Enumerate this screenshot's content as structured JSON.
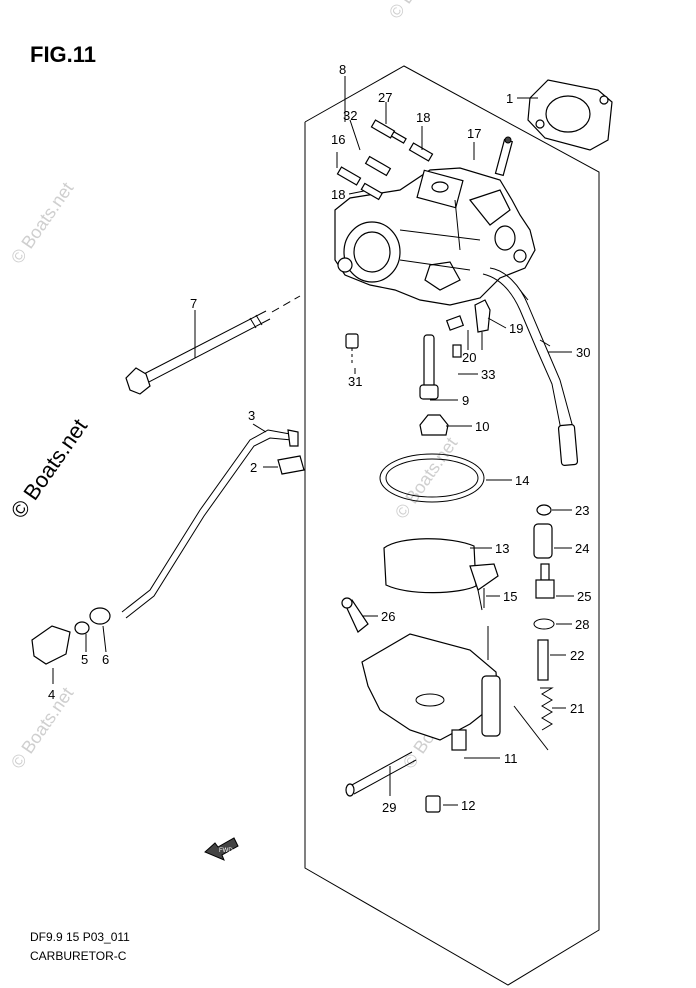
{
  "figure": {
    "title": "FIG.11",
    "model_code": "DF9.9 15 P03_011",
    "caption": "CARBURETOR-C",
    "fwd_label": "FWD"
  },
  "watermarks": [
    "© Boats.net",
    "© Boats.net",
    "© Boats.net",
    "© Boats.net",
    "© Boats.net"
  ],
  "callouts": [
    {
      "num": "1"
    },
    {
      "num": "2"
    },
    {
      "num": "3"
    },
    {
      "num": "4"
    },
    {
      "num": "5"
    },
    {
      "num": "6"
    },
    {
      "num": "7"
    },
    {
      "num": "8"
    },
    {
      "num": "9"
    },
    {
      "num": "10"
    },
    {
      "num": "11"
    },
    {
      "num": "12"
    },
    {
      "num": "13"
    },
    {
      "num": "14"
    },
    {
      "num": "15"
    },
    {
      "num": "16"
    },
    {
      "num": "17"
    },
    {
      "num": "18"
    },
    {
      "num": "18"
    },
    {
      "num": "19"
    },
    {
      "num": "20"
    },
    {
      "num": "21"
    },
    {
      "num": "22"
    },
    {
      "num": "23"
    },
    {
      "num": "24"
    },
    {
      "num": "25"
    },
    {
      "num": "26"
    },
    {
      "num": "27"
    },
    {
      "num": "28"
    },
    {
      "num": "29"
    },
    {
      "num": "30"
    },
    {
      "num": "31"
    },
    {
      "num": "32"
    },
    {
      "num": "33"
    }
  ]
}
